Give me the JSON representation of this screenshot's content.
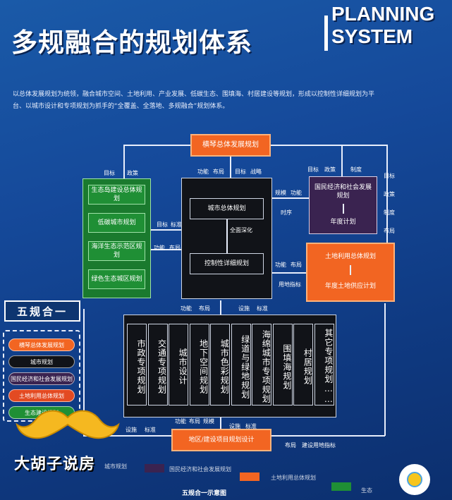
{
  "header": {
    "title": "多规融合的规划体系",
    "title_en_1": "PLANNING",
    "title_en_2": "SYSTEM"
  },
  "intro": {
    "line1": "以总体发展规划为统领，融合城市空间、土地利用、产业发展、低碳生态、围填海、村居建设等规划，形成以控制性详细规划为平",
    "line2": "台、以城市设计和专项规划为抓手的“全覆盖、全落地、多规融合”规划体系。"
  },
  "top_box": "横琴总体发展规划",
  "green_group": [
    "生态岛建设总体规划",
    "低碳城市规划",
    "海洋生态示范区规划",
    "绿色生态城区规划"
  ],
  "center": {
    "master": "城市总体规划",
    "deepen": "全面深化",
    "regulatory": "控制性详细规划"
  },
  "purple": {
    "econ": "国民经济和社会发展规划",
    "annual": "年度计划"
  },
  "orange_right": {
    "land": "土地利用总体规划",
    "supply": "年度土地供应计划"
  },
  "special_plans": [
    "市政专项规划",
    "交通专项规划",
    "城市设计",
    "地下空间规划",
    "城市色彩规划",
    "绿道与绿地规划",
    "海绵城市专项规划",
    "围填海规划",
    "村居规划",
    "其它专项规划……"
  ],
  "bottom_box": "地区/建设项目规划设计",
  "labels": {
    "target": "目标",
    "policy": "政策",
    "institution": "制度",
    "function": "功能",
    "layout": "布局",
    "strategy": "战略",
    "scale": "规模",
    "timing": "时序",
    "facility": "设施",
    "standard": "标准",
    "land_index": "用地指标",
    "construction_index": "建设用地指标"
  },
  "five_in_one": {
    "title": "五规合一",
    "items": [
      "横琴总体发展规划",
      "城市规划",
      "国民经济和社会发展规划",
      "土地利用总体规划",
      "生态建设规划"
    ]
  },
  "legend": {
    "title": "五规合一示意图",
    "items": [
      "城市规划",
      "国民经济和社会发展规划",
      "土地利用总体规划",
      "生态"
    ]
  },
  "watermark": "大胡子说房",
  "colors": {
    "orange": "#f26522",
    "green": "#1f8f35",
    "purple": "#3a2350",
    "black": "#111318",
    "background": "#15499a"
  }
}
